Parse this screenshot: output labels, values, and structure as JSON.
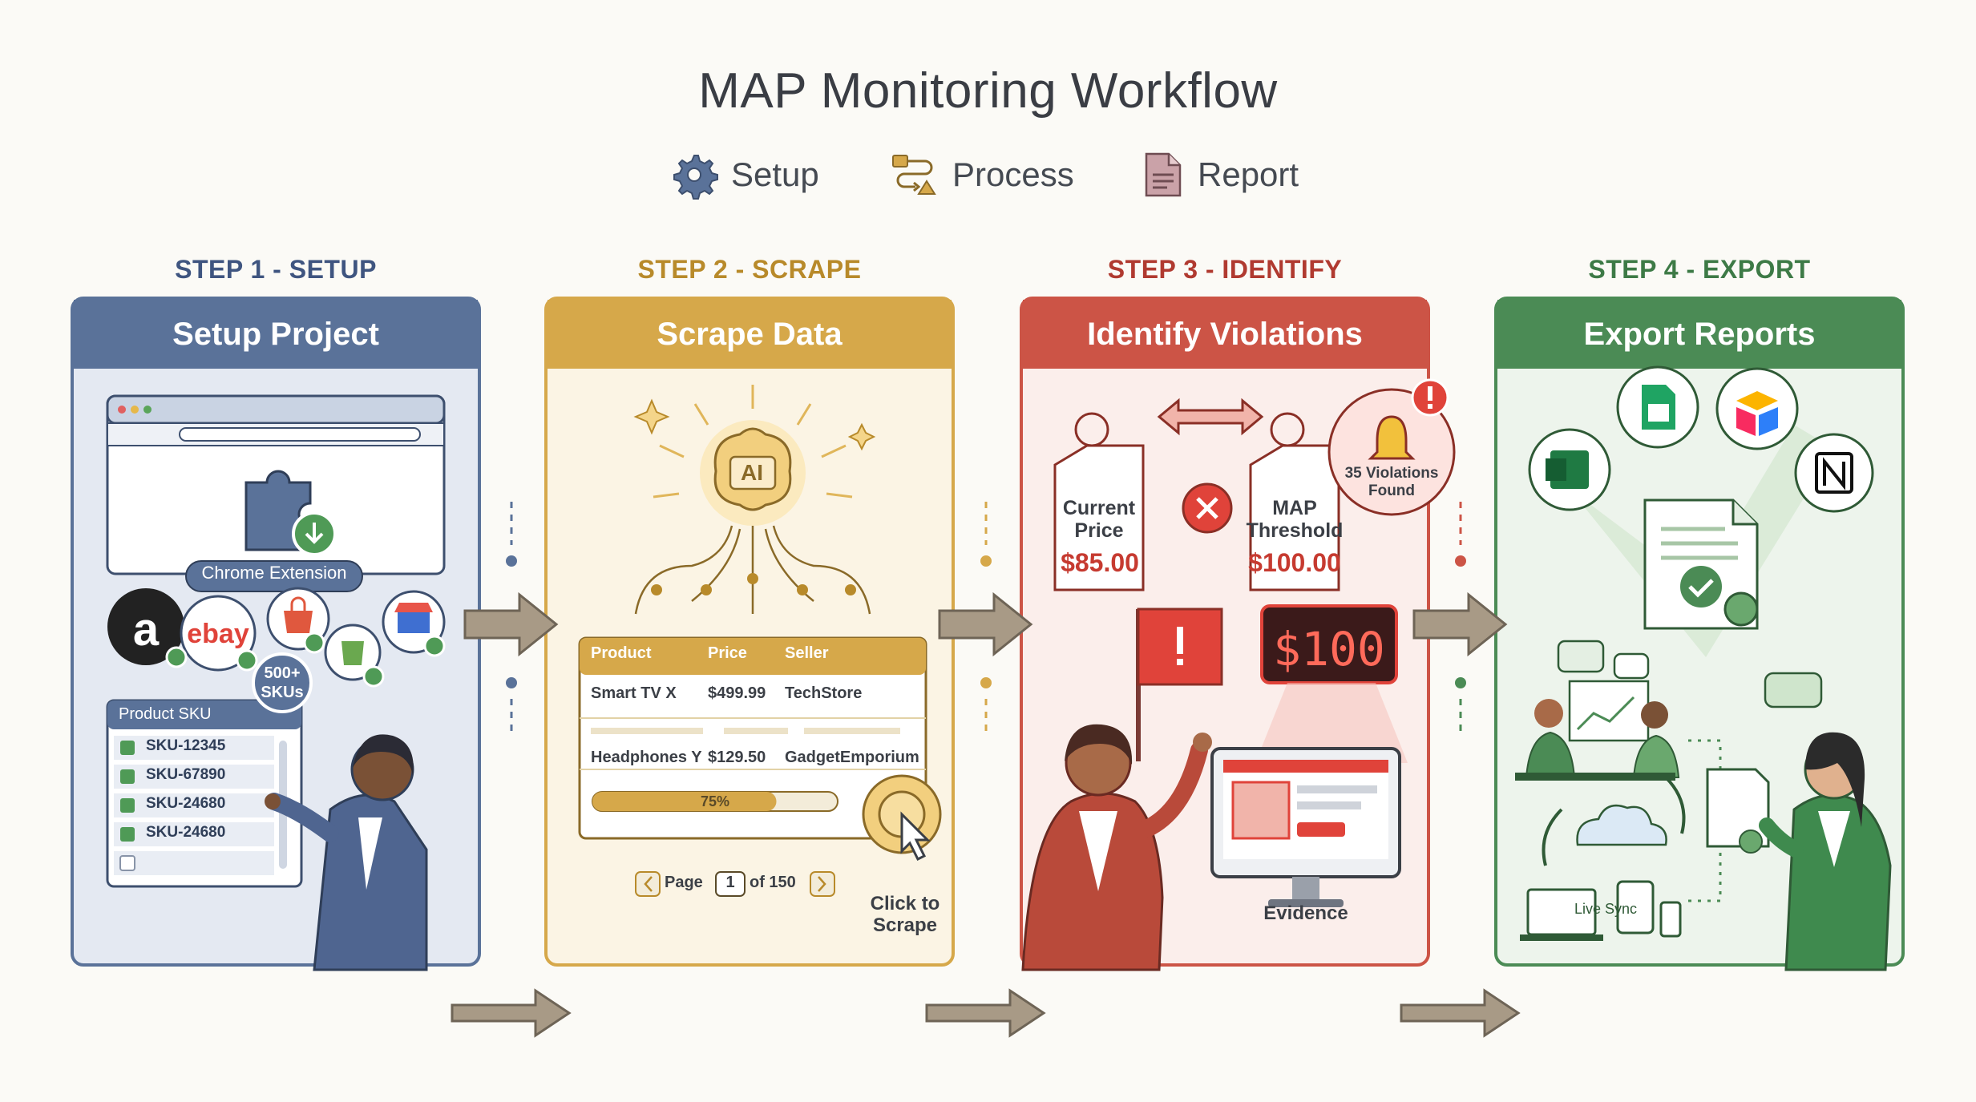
{
  "title": "MAP Monitoring Workflow",
  "legend": [
    {
      "label": "Setup",
      "icon": "gear-icon"
    },
    {
      "label": "Process",
      "icon": "flow-icon"
    },
    {
      "label": "Report",
      "icon": "document-icon"
    }
  ],
  "colors": {
    "setup": "#5a7299",
    "scrape": "#d6a84a",
    "identify": "#cc5446",
    "export": "#4b8b55"
  },
  "steps": [
    {
      "step_label": "STEP 1 - SETUP",
      "title": "Setup Project",
      "chrome_extension": "Chrome Extension",
      "sku_badge_line1": "500+",
      "sku_badge_line2": "SKUs",
      "sku_header": "Product SKU",
      "skus": [
        "SKU-12345",
        "SKU-67890",
        "SKU-24680",
        "SKU-24680"
      ],
      "store_labels": [
        "a",
        "ebay"
      ]
    },
    {
      "step_label": "STEP 2 - SCRAPE",
      "title": "Scrape Data",
      "ai_label": "AI",
      "table_headers": [
        "Product",
        "Price",
        "Seller"
      ],
      "rows": [
        [
          "Smart TV X",
          "$499.99",
          "TechStore"
        ],
        [
          "Headphones Y",
          "$129.50",
          "GadgetEmporium"
        ]
      ],
      "progress_label": "75%",
      "progress_value": 0.75,
      "page_label": "Page",
      "page_current": "1",
      "page_total": "of 150",
      "click_line1": "Click to",
      "click_line2": "Scrape"
    },
    {
      "step_label": "STEP 3 - IDENTIFY",
      "title": "Identify Violations",
      "current_price_line1": "Current",
      "current_price_line2": "Price",
      "current_price_value": "$85.00",
      "map_line1": "MAP",
      "map_line2": "Threshold",
      "map_value": "$100.00",
      "violations_line1": "35 Violations",
      "violations_line2": "Found",
      "digital_price": "$100",
      "evidence_label": "Evidence"
    },
    {
      "step_label": "STEP 4 - EXPORT",
      "title": "Export Reports",
      "live_sync": "Live Sync",
      "app_icons": [
        "excel-icon",
        "sheets-icon",
        "airtable-icon",
        "notion-icon"
      ]
    }
  ]
}
